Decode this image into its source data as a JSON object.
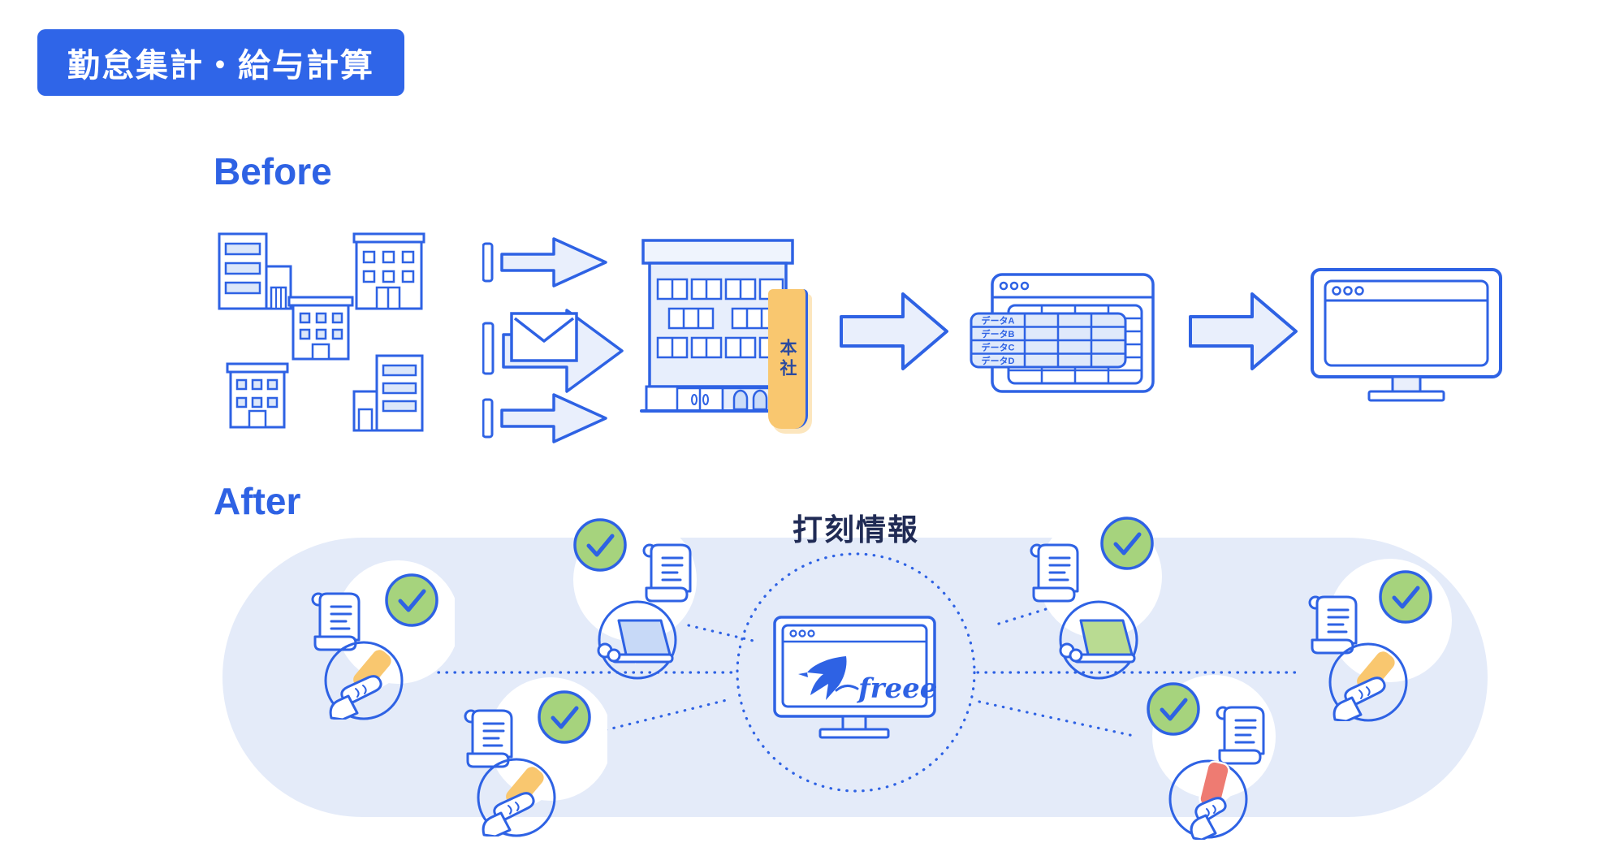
{
  "badge": {
    "label": "勤怠集計・給与計算"
  },
  "before": {
    "heading": "Before",
    "hq_banner": "本社",
    "spreadsheet_rows": [
      "データA",
      "データB",
      "データC",
      "データD"
    ]
  },
  "after": {
    "heading": "After",
    "center_label": "打刻情報",
    "brand": "freee"
  },
  "colors": {
    "primary_blue": "#2E62E4",
    "badge_blue": "#2F65E8",
    "navy_text": "#202B55",
    "light_blue_fill": "#E9EFFC",
    "band_background": "#E4EBF9",
    "check_green": "#A6D37D",
    "timecard_orange": "#F9C76F",
    "smartphone_red": "#EE7B72"
  },
  "icons": {
    "office_buildings": "branch office buildings",
    "arrow_right": "flow arrow",
    "mail_envelope": "mail envelope",
    "headquarters_building": "head office building",
    "spreadsheet_window": "spreadsheet data window",
    "desktop_monitor": "desktop pc monitor",
    "check_circle": "green check circle",
    "timesheet_receipt": "time report sheet",
    "hand_timecard": "hand holding time card",
    "laptop_typing": "hands typing on laptop",
    "hand_smartphone": "hand holding smartphone",
    "freee_bird": "freee swallow logo",
    "window_dots": "browser window dots",
    "dotted_network": "dotted network connections"
  }
}
